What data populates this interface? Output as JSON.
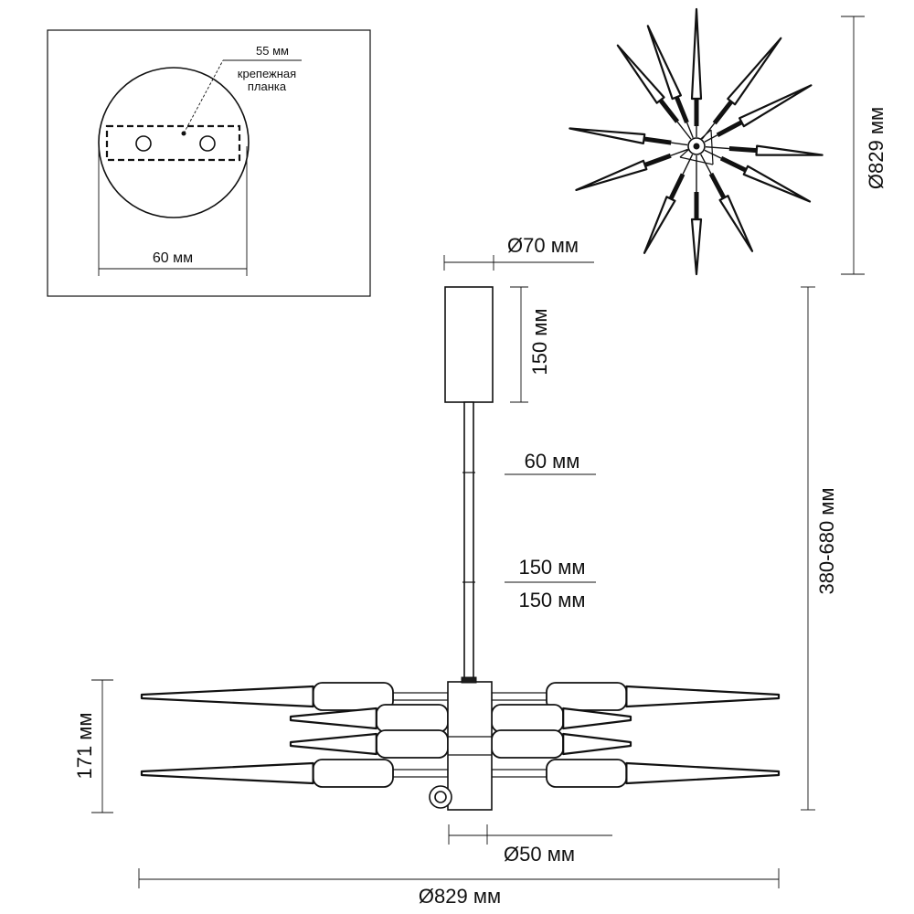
{
  "mount_detail": {
    "hole_spacing": "55 мм",
    "bracket_label_line1": "крепежная",
    "bracket_label_line2": "планка",
    "plate_width": "60 мм"
  },
  "top_view": {
    "diameter": "Ø829 мм"
  },
  "side_view": {
    "canopy_diameter": "Ø70 мм",
    "canopy_height": "150 мм",
    "rod_segment_a": "60 мм",
    "rod_segment_b": "150 мм",
    "rod_segment_c": "150 мм",
    "total_height": "380-680 мм",
    "body_height": "171 мм",
    "hub_diameter": "Ø50 мм",
    "overall_width": "Ø829 мм"
  }
}
